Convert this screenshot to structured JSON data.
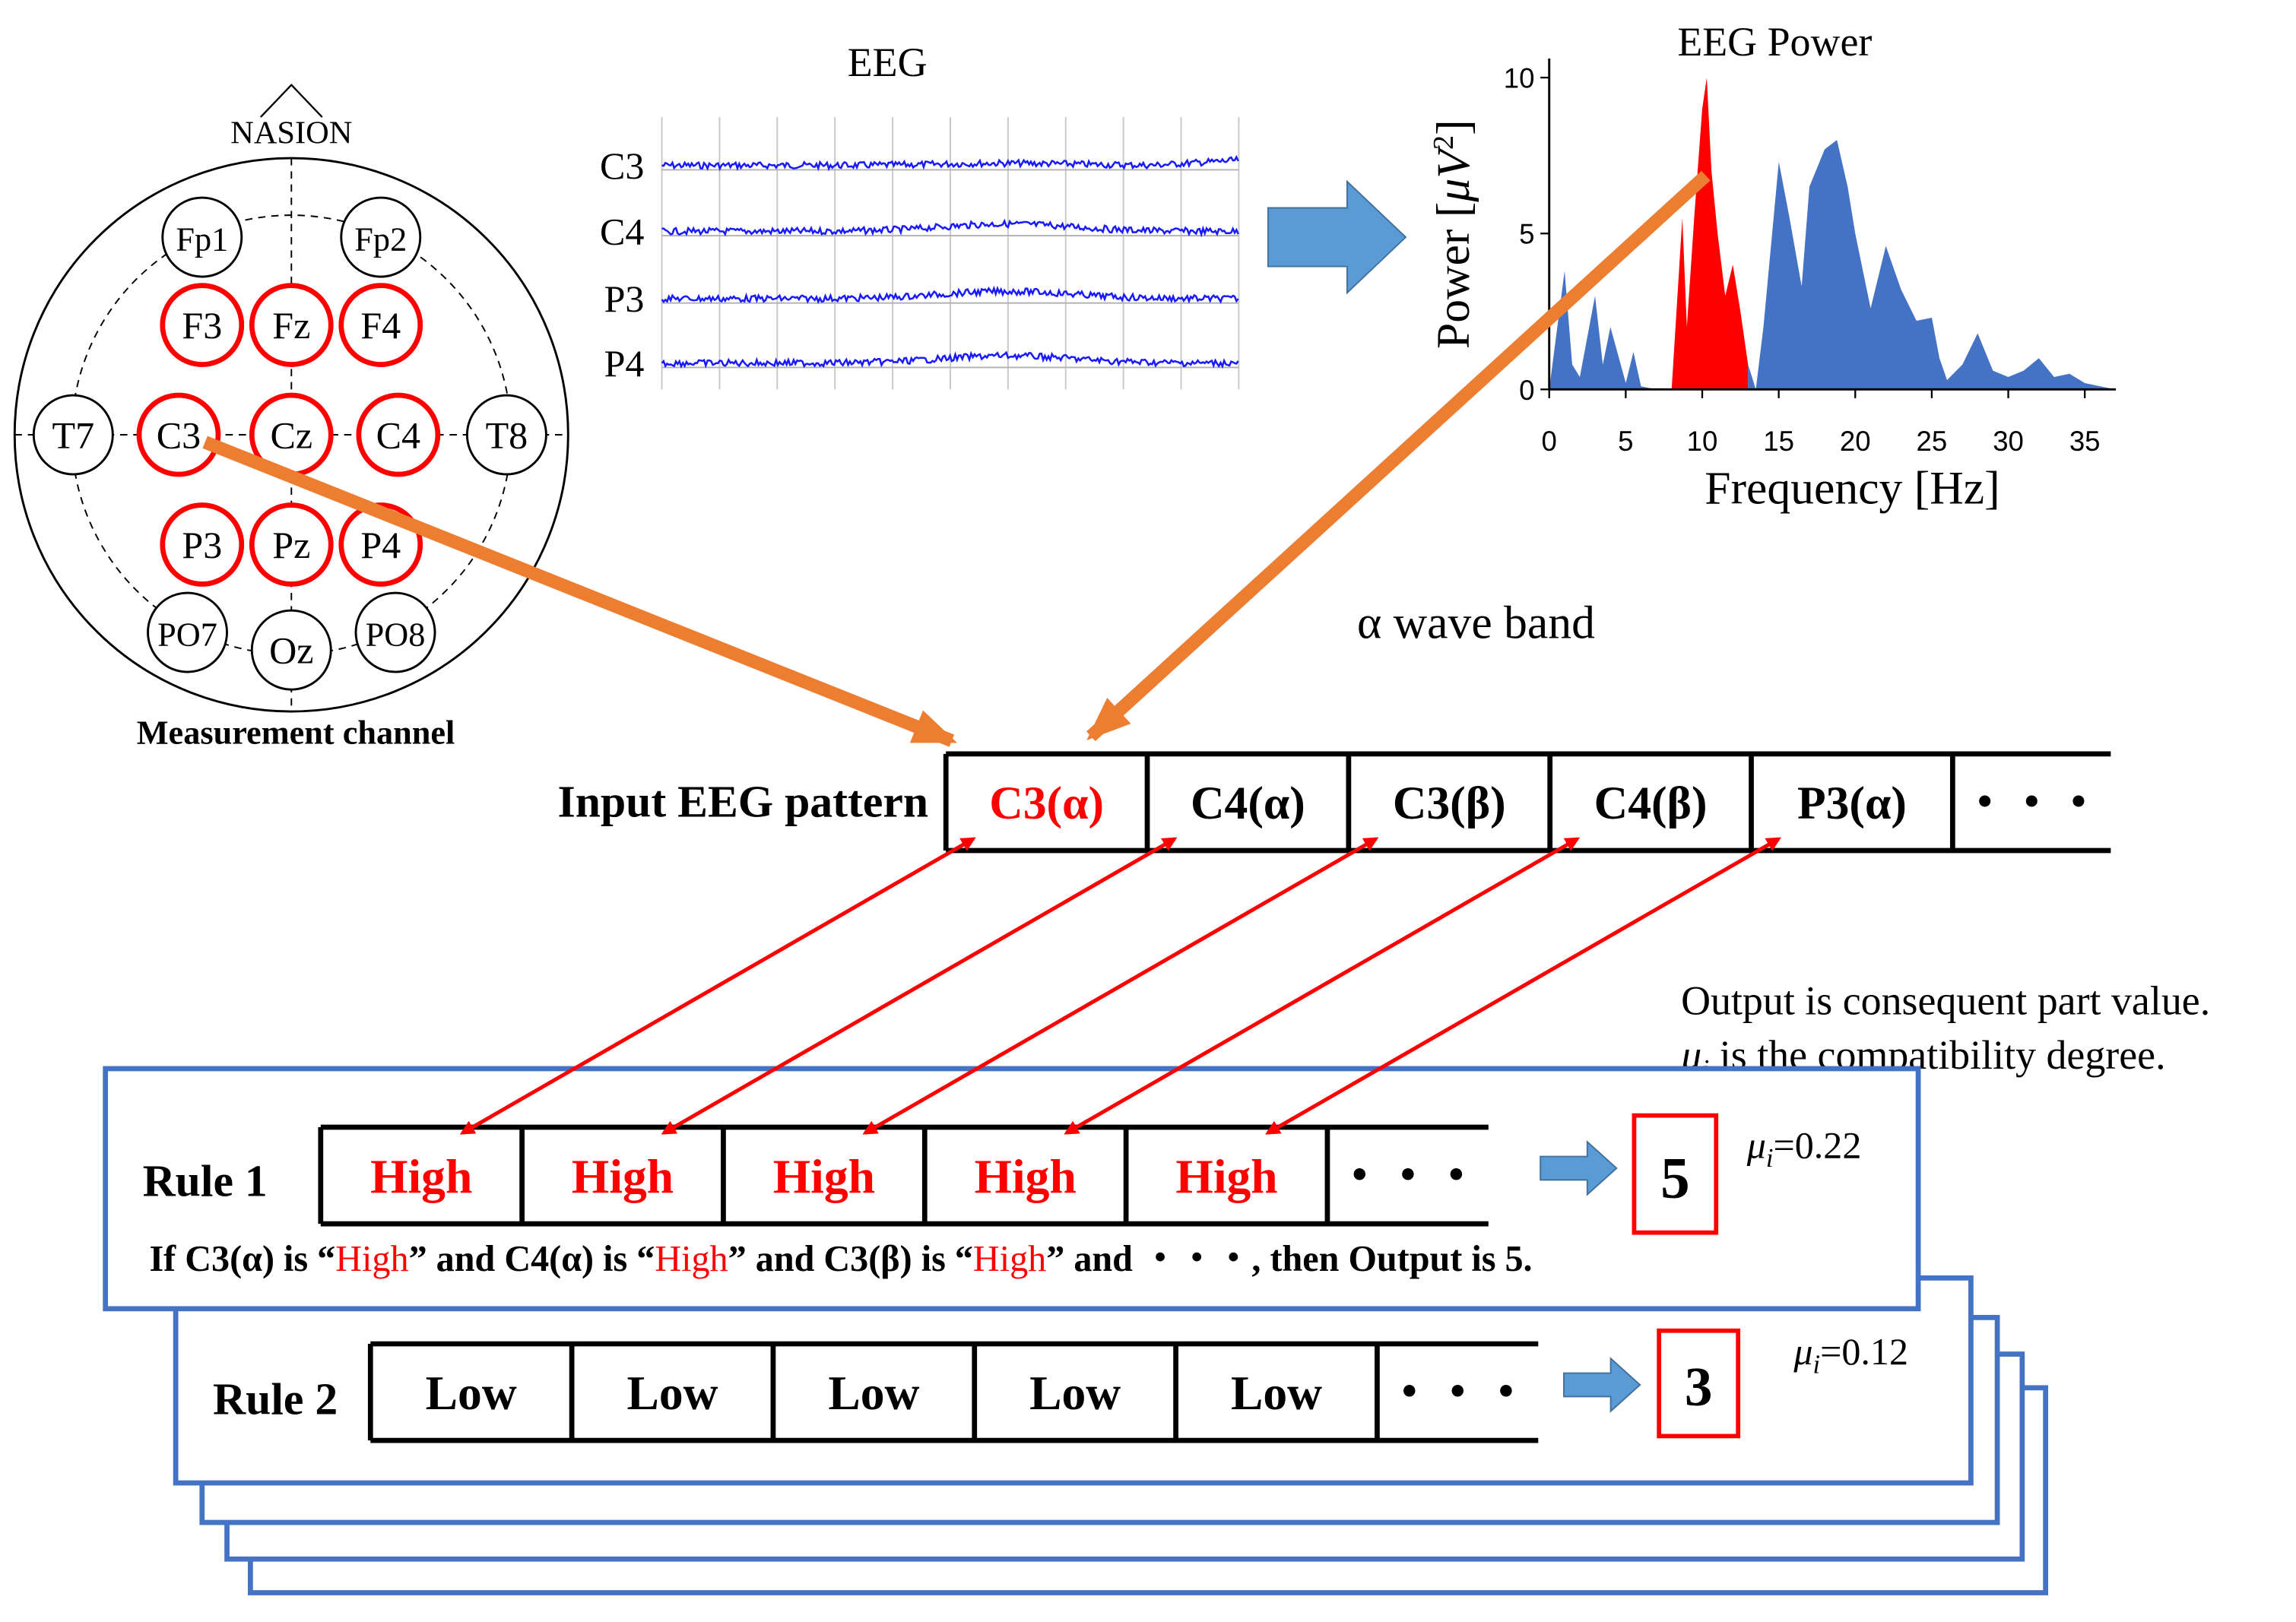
{
  "colors": {
    "accent_red": "#ff0000",
    "frame_blue": "#4472c4",
    "trace_blue": "#1a1aff",
    "arrow_orange": "#ed7d31",
    "arrow_blue": "#5b9bd5",
    "spectrum_blue": "#4472c4"
  },
  "head_map": {
    "nasion_label": "NASION",
    "caption": "Measurement channel",
    "electrodes": [
      {
        "label": "Fp1",
        "highlight": false
      },
      {
        "label": "Fp2",
        "highlight": false
      },
      {
        "label": "F3",
        "highlight": true
      },
      {
        "label": "Fz",
        "highlight": true
      },
      {
        "label": "F4",
        "highlight": true
      },
      {
        "label": "T7",
        "highlight": false
      },
      {
        "label": "C3",
        "highlight": true
      },
      {
        "label": "Cz",
        "highlight": true
      },
      {
        "label": "C4",
        "highlight": true
      },
      {
        "label": "T8",
        "highlight": false
      },
      {
        "label": "P3",
        "highlight": true
      },
      {
        "label": "Pz",
        "highlight": true
      },
      {
        "label": "P4",
        "highlight": true
      },
      {
        "label": "PO7",
        "highlight": false
      },
      {
        "label": "Oz",
        "highlight": false
      },
      {
        "label": "PO8",
        "highlight": false
      }
    ]
  },
  "eeg": {
    "title": "EEG",
    "channels": [
      "C3",
      "C4",
      "P3",
      "P4"
    ]
  },
  "power_chart": {
    "title": "EEG Power",
    "ylabel_main": "Power [",
    "ylabel_unit": "μV",
    "ylabel_sup": "2",
    "ylabel_close": "]",
    "xlabel": "Frequency [Hz]",
    "x_ticks": [
      "0",
      "5",
      "10",
      "15",
      "20",
      "25",
      "30",
      "35"
    ],
    "y_ticks": [
      "0",
      "5",
      "10"
    ],
    "band_label": "α wave band"
  },
  "chart_data": {
    "type": "area",
    "title": "EEG Power",
    "xlabel": "Frequency [Hz]",
    "ylabel": "Power [μV2]",
    "xlim": [
      0,
      37
    ],
    "ylim": [
      0,
      10
    ],
    "highlight_band": {
      "name": "α wave band",
      "x_range": [
        8,
        13
      ]
    },
    "x": [
      0,
      1,
      1.5,
      2,
      3,
      3.5,
      4,
      5,
      5.5,
      6,
      7,
      8,
      8.7,
      9,
      9.5,
      10,
      10.3,
      10.6,
      11,
      11.5,
      12,
      12.5,
      13,
      13.5,
      14,
      15,
      15.7,
      16.5,
      17,
      18,
      18.8,
      19.5,
      20,
      21,
      22,
      23,
      24,
      25,
      25.5,
      26,
      27,
      28,
      29,
      30,
      31,
      32,
      33,
      34,
      35,
      36,
      37
    ],
    "values": [
      0,
      3.8,
      0.8,
      0.4,
      3.0,
      0.8,
      2.0,
      0.2,
      1.2,
      0.1,
      0.0,
      0.0,
      5.5,
      2.0,
      5.7,
      9.0,
      10.0,
      7.0,
      5.0,
      3.0,
      4.0,
      2.5,
      0.8,
      0.0,
      2.0,
      7.3,
      5.5,
      3.3,
      6.5,
      7.7,
      8.0,
      6.5,
      5.0,
      2.6,
      4.6,
      3.2,
      2.2,
      2.3,
      1.0,
      0.3,
      0.8,
      1.8,
      0.6,
      0.4,
      0.6,
      1.0,
      0.4,
      0.5,
      0.2,
      0.1,
      0.0
    ]
  },
  "input_pattern": {
    "label": "Input EEG pattern",
    "cells": [
      {
        "text": "C3(α)",
        "highlight": true
      },
      {
        "text": "C4(α)",
        "highlight": false
      },
      {
        "text": "C3(β)",
        "highlight": false
      },
      {
        "text": "C4(β)",
        "highlight": false
      },
      {
        "text": "P3(α)",
        "highlight": false
      },
      {
        "text": "・・・",
        "highlight": false
      }
    ]
  },
  "notes": {
    "line1": "Output is consequent part value.",
    "line2_symbol": "μ",
    "line2_sub": "i",
    "line2_text": " is the compatibility degree."
  },
  "rules": [
    {
      "label": "Rule 1",
      "cells": [
        "High",
        "High",
        "High",
        "High",
        "High",
        "・・・"
      ],
      "output": "5",
      "mu_symbol": "μ",
      "mu_sub": "i",
      "mu_value": "=0.22",
      "sentence": [
        {
          "t": "If C3(α) is “",
          "red": false
        },
        {
          "t": "High",
          "red": true
        },
        {
          "t": "” and C4(α) is “",
          "red": false
        },
        {
          "t": "High",
          "red": true
        },
        {
          "t": "” and  C3(β) is “",
          "red": false
        },
        {
          "t": "High",
          "red": true
        },
        {
          "t": "” and ・・・, then Output is 5.",
          "red": false
        }
      ]
    },
    {
      "label": "Rule 2",
      "cells": [
        "Low",
        "Low",
        "Low",
        "Low",
        "Low",
        "・・・"
      ],
      "output": "3",
      "mu_symbol": "μ",
      "mu_sub": "i",
      "mu_value": "=0.12"
    }
  ]
}
